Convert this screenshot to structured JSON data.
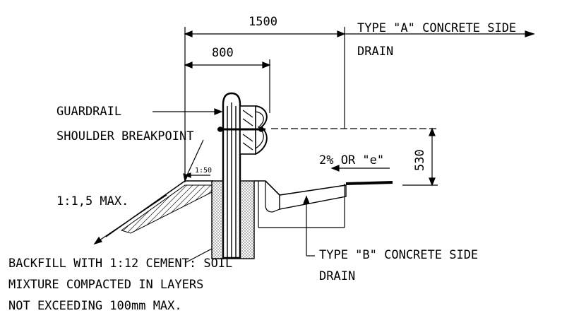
{
  "dimensions": {
    "overall": "1500",
    "post_offset": "800",
    "height": "530",
    "slope_small": "1:50"
  },
  "labels": {
    "type_a_line1": "TYPE \"A\" CONCRETE SIDE",
    "type_a_line2": "DRAIN",
    "guardrail": "GUARDRAIL",
    "shoulder_breakpoint": "SHOULDER BREAKPOINT",
    "crossfall": "2% OR \"e\"",
    "side_slope": "1:1,5 MAX.",
    "backfill_line1": "BACKFILL WITH 1:12 CEMENT: SOIL",
    "backfill_line2": "MIXTURE COMPACTED IN LAYERS",
    "backfill_line3": "NOT EXCEEDING 100mm MAX.",
    "type_b_line1": "TYPE \"B\" CONCRETE SIDE",
    "type_b_line2": "DRAIN"
  },
  "colors": {
    "ink": "#000000",
    "paper": "#ffffff"
  }
}
